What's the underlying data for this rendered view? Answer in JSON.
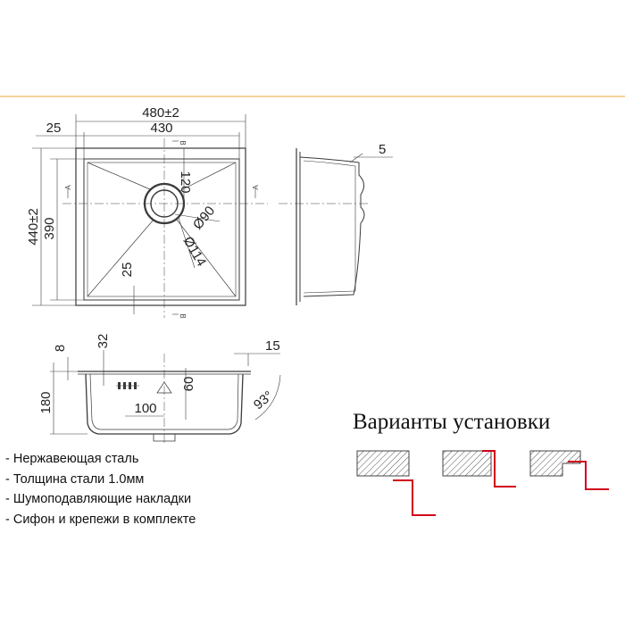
{
  "colors": {
    "accent_line": "#e8a33a",
    "install_line": "#d0021b",
    "drawing": "#3a3a3a"
  },
  "top_view": {
    "dim_outer_width": "480±2",
    "dim_inner_width": "430",
    "dim_rim": "25",
    "dim_outer_height": "440±2",
    "dim_inner_height": "390",
    "dim_drain_offset": "120",
    "dim_drain_inner": "Ø90",
    "dim_drain_outer": "Ø114",
    "dim_corner": "25",
    "section_mark_a": "A",
    "section_mark_b": "B"
  },
  "side_view": {
    "dim_top": "5"
  },
  "section_view": {
    "dim_flange": "8",
    "dim_overflow": "32",
    "dim_edge": "15",
    "dim_depth": "180",
    "dim_overflow_height": "60",
    "dim_overflow_width": "100",
    "dim_angle": "93°"
  },
  "features": [
    "- Нержавеющая сталь",
    "- Толщина стали 1.0мм",
    "- Шумоподавляющие накладки",
    "- Сифон и крепежи в комплекте"
  ],
  "install": {
    "title": "Варианты установки"
  }
}
